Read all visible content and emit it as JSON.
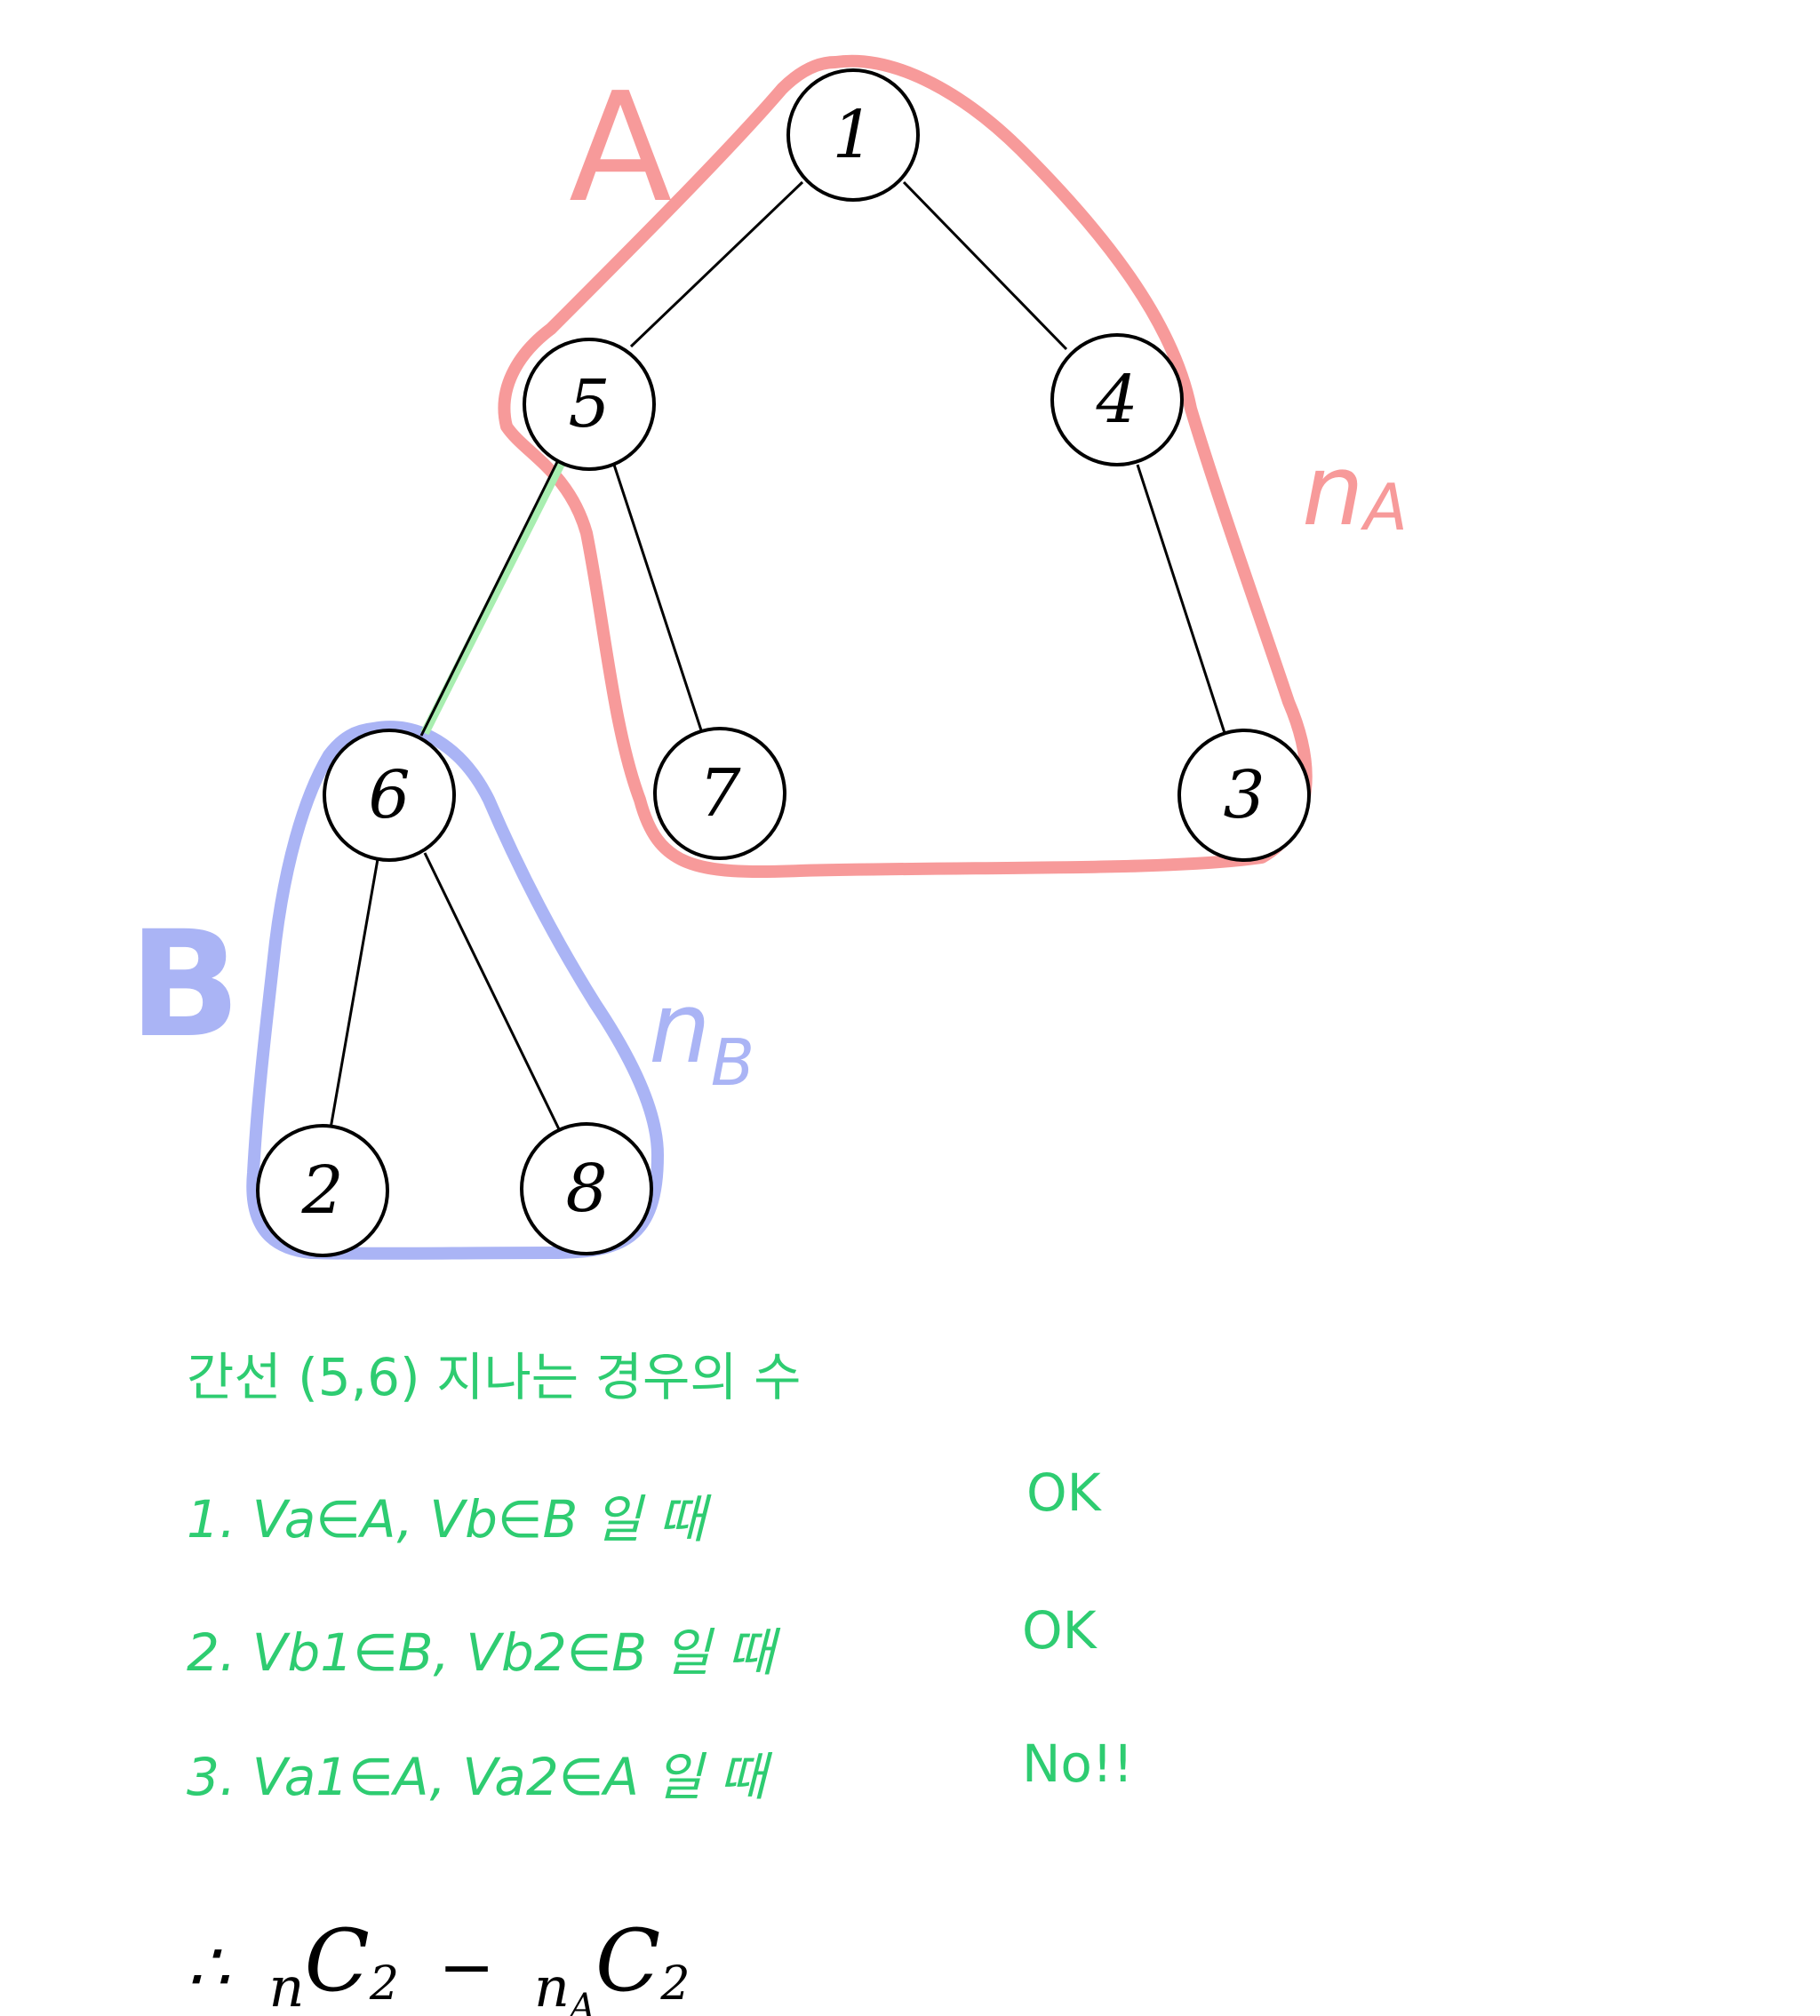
{
  "colors": {
    "group_a": "#f79a9a",
    "group_b": "#aab4f5",
    "highlight_edge": "#a8eeb0",
    "notes": "#2ecc71",
    "ink": "#000000"
  },
  "diagram": {
    "group_a": {
      "label": "A",
      "count_label": "n",
      "count_sub": "A"
    },
    "group_b": {
      "label": "B",
      "count_label": "n",
      "count_sub": "B"
    },
    "nodes": [
      {
        "id": "n1",
        "label": "1"
      },
      {
        "id": "n5",
        "label": "5"
      },
      {
        "id": "n4",
        "label": "4"
      },
      {
        "id": "n6",
        "label": "6"
      },
      {
        "id": "n7",
        "label": "7"
      },
      {
        "id": "n3",
        "label": "3"
      },
      {
        "id": "n2",
        "label": "2"
      },
      {
        "id": "n8",
        "label": "8"
      }
    ],
    "edges": [
      {
        "from": "1",
        "to": "5"
      },
      {
        "from": "1",
        "to": "4"
      },
      {
        "from": "5",
        "to": "6",
        "highlighted": true
      },
      {
        "from": "5",
        "to": "7"
      },
      {
        "from": "4",
        "to": "3"
      },
      {
        "from": "6",
        "to": "2"
      },
      {
        "from": "6",
        "to": "8"
      }
    ]
  },
  "notes": {
    "title": "간선 (5,6) 지나는 경우의 수",
    "case1": {
      "text": "1. Va∈A, Vb∈B 일 때",
      "result": "OK"
    },
    "case2": {
      "text": "2. Vb1∈B, Vb2∈B 일 때",
      "result": "OK"
    },
    "case3": {
      "text": "3. Va1∈A, Va2∈A 일 때",
      "result": "No!!"
    },
    "formula": {
      "therefore": "∴",
      "n": "n",
      "c": "C",
      "two": "2",
      "minus": "−",
      "na_sub": "A"
    }
  }
}
